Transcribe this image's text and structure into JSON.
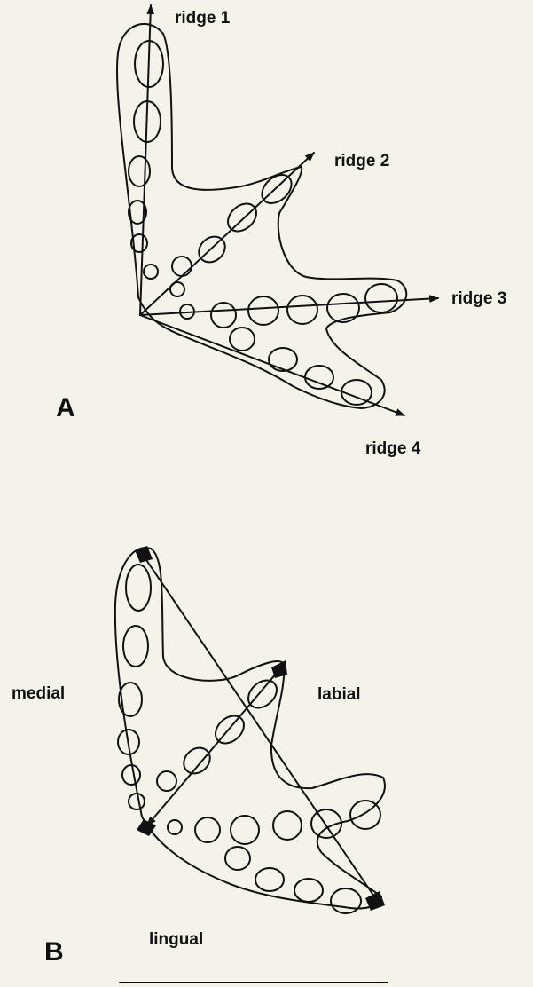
{
  "panel_a": {
    "letter": "A",
    "ridges": [
      {
        "label": "ridge 1"
      },
      {
        "label": "ridge 2"
      },
      {
        "label": "ridge 3"
      },
      {
        "label": "ridge 4"
      }
    ]
  },
  "panel_b": {
    "letter": "B",
    "labels": {
      "medial": "medial",
      "labial": "labial",
      "lingual": "lingual"
    }
  },
  "colors": {
    "background": "#f3f3ea",
    "ink": "#111111"
  }
}
